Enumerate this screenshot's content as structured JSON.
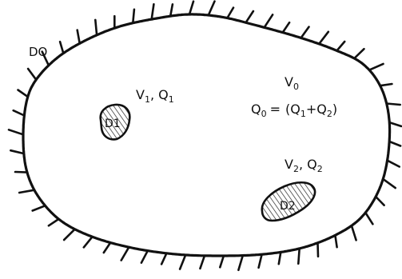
{
  "outer_label": "DO",
  "region_d1": {
    "label": "D1",
    "v": "V",
    "v_sub": "1",
    "q": "Q",
    "q_sub": "1"
  },
  "region_d2": {
    "label": "D2",
    "v": "V",
    "v_sub": "2",
    "q": "Q",
    "q_sub": "2"
  },
  "region_d0": {
    "v": "V",
    "v_sub": "0",
    "q": "Q",
    "q_sub": "0",
    "eq": "=",
    "paren_open": "(Q",
    "q1_sub": "1",
    "plus": "+Q",
    "q2_sub": "2",
    "paren_close": ")"
  },
  "colors": {
    "ink": "#111111",
    "background": "#ffffff"
  }
}
